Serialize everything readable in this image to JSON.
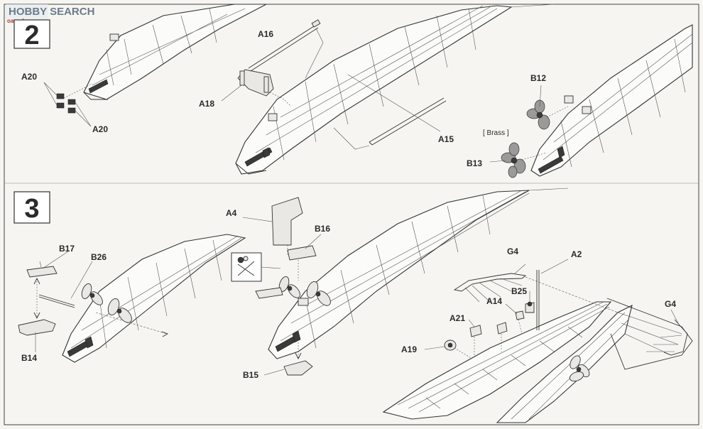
{
  "watermark": {
    "brand": "HOBBY SEARCH",
    "site": "oao-shop.com"
  },
  "steps": [
    {
      "number": "2"
    },
    {
      "number": "3"
    }
  ],
  "labels": {
    "a20_top": "A20",
    "a20_bottom": "A20",
    "a16": "A16",
    "a18": "A18",
    "a15": "A15",
    "b12": "B12",
    "brass": "[ Brass ]",
    "b13": "B13",
    "a4": "A4",
    "b16": "B16",
    "b17": "B17",
    "b26": "B26",
    "b14": "B14",
    "b15": "B15",
    "g4_left": "G4",
    "a2": "A2",
    "b25": "B25",
    "a14": "A14",
    "a21": "A21",
    "a19": "A19",
    "g4_right": "G4"
  },
  "colors": {
    "line": "#333333",
    "paper": "#f6f5f1",
    "propeller": "#9a9a98"
  },
  "icons": {
    "cut_part": "scissors-icon"
  }
}
